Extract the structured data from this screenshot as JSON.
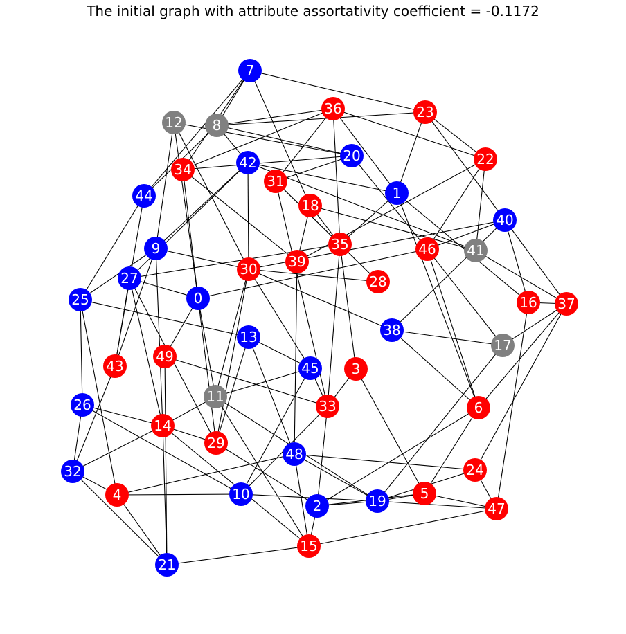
{
  "title": "The initial graph with attribute assortativity coefficient = -0.1172",
  "colors": {
    "red": "#ff0000",
    "blue": "#0000ff",
    "gray": "#808080"
  },
  "nodes": [
    {
      "id": "0",
      "color": "blue"
    },
    {
      "id": "1",
      "color": "blue"
    },
    {
      "id": "2",
      "color": "blue"
    },
    {
      "id": "3",
      "color": "red"
    },
    {
      "id": "4",
      "color": "red"
    },
    {
      "id": "5",
      "color": "red"
    },
    {
      "id": "6",
      "color": "red"
    },
    {
      "id": "7",
      "color": "blue"
    },
    {
      "id": "8",
      "color": "gray"
    },
    {
      "id": "9",
      "color": "blue"
    },
    {
      "id": "10",
      "color": "blue"
    },
    {
      "id": "11",
      "color": "gray"
    },
    {
      "id": "12",
      "color": "gray"
    },
    {
      "id": "13",
      "color": "blue"
    },
    {
      "id": "14",
      "color": "red"
    },
    {
      "id": "15",
      "color": "red"
    },
    {
      "id": "16",
      "color": "red"
    },
    {
      "id": "17",
      "color": "gray"
    },
    {
      "id": "18",
      "color": "red"
    },
    {
      "id": "19",
      "color": "blue"
    },
    {
      "id": "20",
      "color": "blue"
    },
    {
      "id": "21",
      "color": "blue"
    },
    {
      "id": "22",
      "color": "red"
    },
    {
      "id": "23",
      "color": "red"
    },
    {
      "id": "24",
      "color": "red"
    },
    {
      "id": "25",
      "color": "blue"
    },
    {
      "id": "26",
      "color": "blue"
    },
    {
      "id": "27",
      "color": "blue"
    },
    {
      "id": "28",
      "color": "red"
    },
    {
      "id": "29",
      "color": "red"
    },
    {
      "id": "30",
      "color": "red"
    },
    {
      "id": "31",
      "color": "red"
    },
    {
      "id": "32",
      "color": "blue"
    },
    {
      "id": "33",
      "color": "red"
    },
    {
      "id": "34",
      "color": "red"
    },
    {
      "id": "35",
      "color": "red"
    },
    {
      "id": "36",
      "color": "red"
    },
    {
      "id": "37",
      "color": "red"
    },
    {
      "id": "38",
      "color": "blue"
    },
    {
      "id": "39",
      "color": "red"
    },
    {
      "id": "40",
      "color": "blue"
    },
    {
      "id": "41",
      "color": "gray"
    },
    {
      "id": "42",
      "color": "blue"
    },
    {
      "id": "43",
      "color": "red"
    },
    {
      "id": "44",
      "color": "blue"
    },
    {
      "id": "45",
      "color": "blue"
    },
    {
      "id": "46",
      "color": "red"
    },
    {
      "id": "47",
      "color": "red"
    },
    {
      "id": "48",
      "color": "blue"
    },
    {
      "id": "49",
      "color": "red"
    }
  ],
  "edges": [
    [
      "7",
      "23"
    ],
    [
      "7",
      "8"
    ],
    [
      "7",
      "34"
    ],
    [
      "7",
      "44"
    ],
    [
      "7",
      "18"
    ],
    [
      "12",
      "30"
    ],
    [
      "12",
      "20"
    ],
    [
      "12",
      "9"
    ],
    [
      "12",
      "0"
    ],
    [
      "8",
      "42"
    ],
    [
      "8",
      "23"
    ],
    [
      "8",
      "20"
    ],
    [
      "8",
      "44"
    ],
    [
      "36",
      "34"
    ],
    [
      "36",
      "31"
    ],
    [
      "36",
      "35"
    ],
    [
      "36",
      "1"
    ],
    [
      "36",
      "22"
    ],
    [
      "36",
      "8"
    ],
    [
      "23",
      "1"
    ],
    [
      "23",
      "40"
    ],
    [
      "23",
      "22"
    ],
    [
      "34",
      "20"
    ],
    [
      "34",
      "0"
    ],
    [
      "34",
      "39"
    ],
    [
      "42",
      "1"
    ],
    [
      "42",
      "30"
    ],
    [
      "42",
      "9"
    ],
    [
      "42",
      "27"
    ],
    [
      "42",
      "41"
    ],
    [
      "20",
      "31"
    ],
    [
      "20",
      "46"
    ],
    [
      "22",
      "46"
    ],
    [
      "22",
      "41"
    ],
    [
      "22",
      "39"
    ],
    [
      "31",
      "33"
    ],
    [
      "31",
      "28"
    ],
    [
      "31",
      "35"
    ],
    [
      "1",
      "35"
    ],
    [
      "1",
      "16"
    ],
    [
      "1",
      "6"
    ],
    [
      "18",
      "39"
    ],
    [
      "18",
      "41"
    ],
    [
      "18",
      "35"
    ],
    [
      "44",
      "43"
    ],
    [
      "44",
      "25"
    ],
    [
      "40",
      "30"
    ],
    [
      "40",
      "46"
    ],
    [
      "40",
      "16"
    ],
    [
      "40",
      "37"
    ],
    [
      "40",
      "38"
    ],
    [
      "9",
      "43"
    ],
    [
      "9",
      "25"
    ],
    [
      "9",
      "30"
    ],
    [
      "9",
      "14"
    ],
    [
      "35",
      "3"
    ],
    [
      "35",
      "33"
    ],
    [
      "35",
      "27"
    ],
    [
      "35",
      "28"
    ],
    [
      "46",
      "0"
    ],
    [
      "46",
      "6"
    ],
    [
      "46",
      "17"
    ],
    [
      "41",
      "37"
    ],
    [
      "30",
      "28"
    ],
    [
      "30",
      "38"
    ],
    [
      "30",
      "45"
    ],
    [
      "30",
      "11"
    ],
    [
      "30",
      "29"
    ],
    [
      "39",
      "48"
    ],
    [
      "27",
      "43"
    ],
    [
      "27",
      "14"
    ],
    [
      "27",
      "0"
    ],
    [
      "27",
      "29"
    ],
    [
      "25",
      "26"
    ],
    [
      "25",
      "4"
    ],
    [
      "25",
      "13"
    ],
    [
      "0",
      "11"
    ],
    [
      "0",
      "49"
    ],
    [
      "0",
      "29"
    ],
    [
      "16",
      "37"
    ],
    [
      "16",
      "47"
    ],
    [
      "37",
      "6"
    ],
    [
      "37",
      "24"
    ],
    [
      "37",
      "17"
    ],
    [
      "13",
      "45"
    ],
    [
      "13",
      "48"
    ],
    [
      "13",
      "29"
    ],
    [
      "38",
      "17"
    ],
    [
      "38",
      "6"
    ],
    [
      "43",
      "32"
    ],
    [
      "49",
      "33"
    ],
    [
      "49",
      "21"
    ],
    [
      "45",
      "33"
    ],
    [
      "45",
      "11"
    ],
    [
      "45",
      "10"
    ],
    [
      "3",
      "33"
    ],
    [
      "3",
      "5"
    ],
    [
      "17",
      "19"
    ],
    [
      "26",
      "14"
    ],
    [
      "26",
      "10"
    ],
    [
      "26",
      "32"
    ],
    [
      "11",
      "15"
    ],
    [
      "11",
      "14"
    ],
    [
      "11",
      "19"
    ],
    [
      "14",
      "15"
    ],
    [
      "14",
      "29"
    ],
    [
      "14",
      "32"
    ],
    [
      "14",
      "21"
    ],
    [
      "33",
      "2"
    ],
    [
      "33",
      "10"
    ],
    [
      "6",
      "2"
    ],
    [
      "6",
      "5"
    ],
    [
      "29",
      "2"
    ],
    [
      "32",
      "21"
    ],
    [
      "32",
      "4"
    ],
    [
      "48",
      "24"
    ],
    [
      "48",
      "4"
    ],
    [
      "48",
      "15"
    ],
    [
      "48",
      "19"
    ],
    [
      "24",
      "47"
    ],
    [
      "24",
      "19"
    ],
    [
      "4",
      "10"
    ],
    [
      "4",
      "21"
    ],
    [
      "10",
      "19"
    ],
    [
      "2",
      "15"
    ],
    [
      "2",
      "5"
    ],
    [
      "2",
      "19"
    ],
    [
      "19",
      "5"
    ],
    [
      "19",
      "47"
    ],
    [
      "5",
      "47"
    ],
    [
      "47",
      "15"
    ],
    [
      "15",
      "21"
    ]
  ]
}
